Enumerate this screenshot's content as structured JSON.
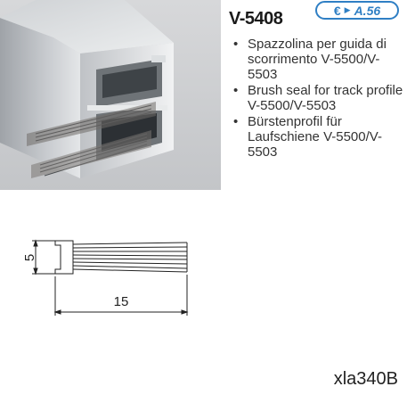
{
  "product": {
    "code": "V-5408",
    "price_icon": "euro-icon",
    "price_ref": "A.56",
    "badge_color": "#2f7fc4"
  },
  "descriptions": [
    {
      "lang": "it",
      "text": "Spazzolina per guida di scorrimento V-5500/V-5503"
    },
    {
      "lang": "en",
      "text": "Brush seal for track profile V-5500/V-5503"
    },
    {
      "lang": "de",
      "text": "Bürstenprofil für Laufschiene V-5500/V-5503"
    }
  ],
  "drawing": {
    "height_label": "5",
    "length_label": "15"
  },
  "footer": {
    "reference": "xla340B"
  }
}
